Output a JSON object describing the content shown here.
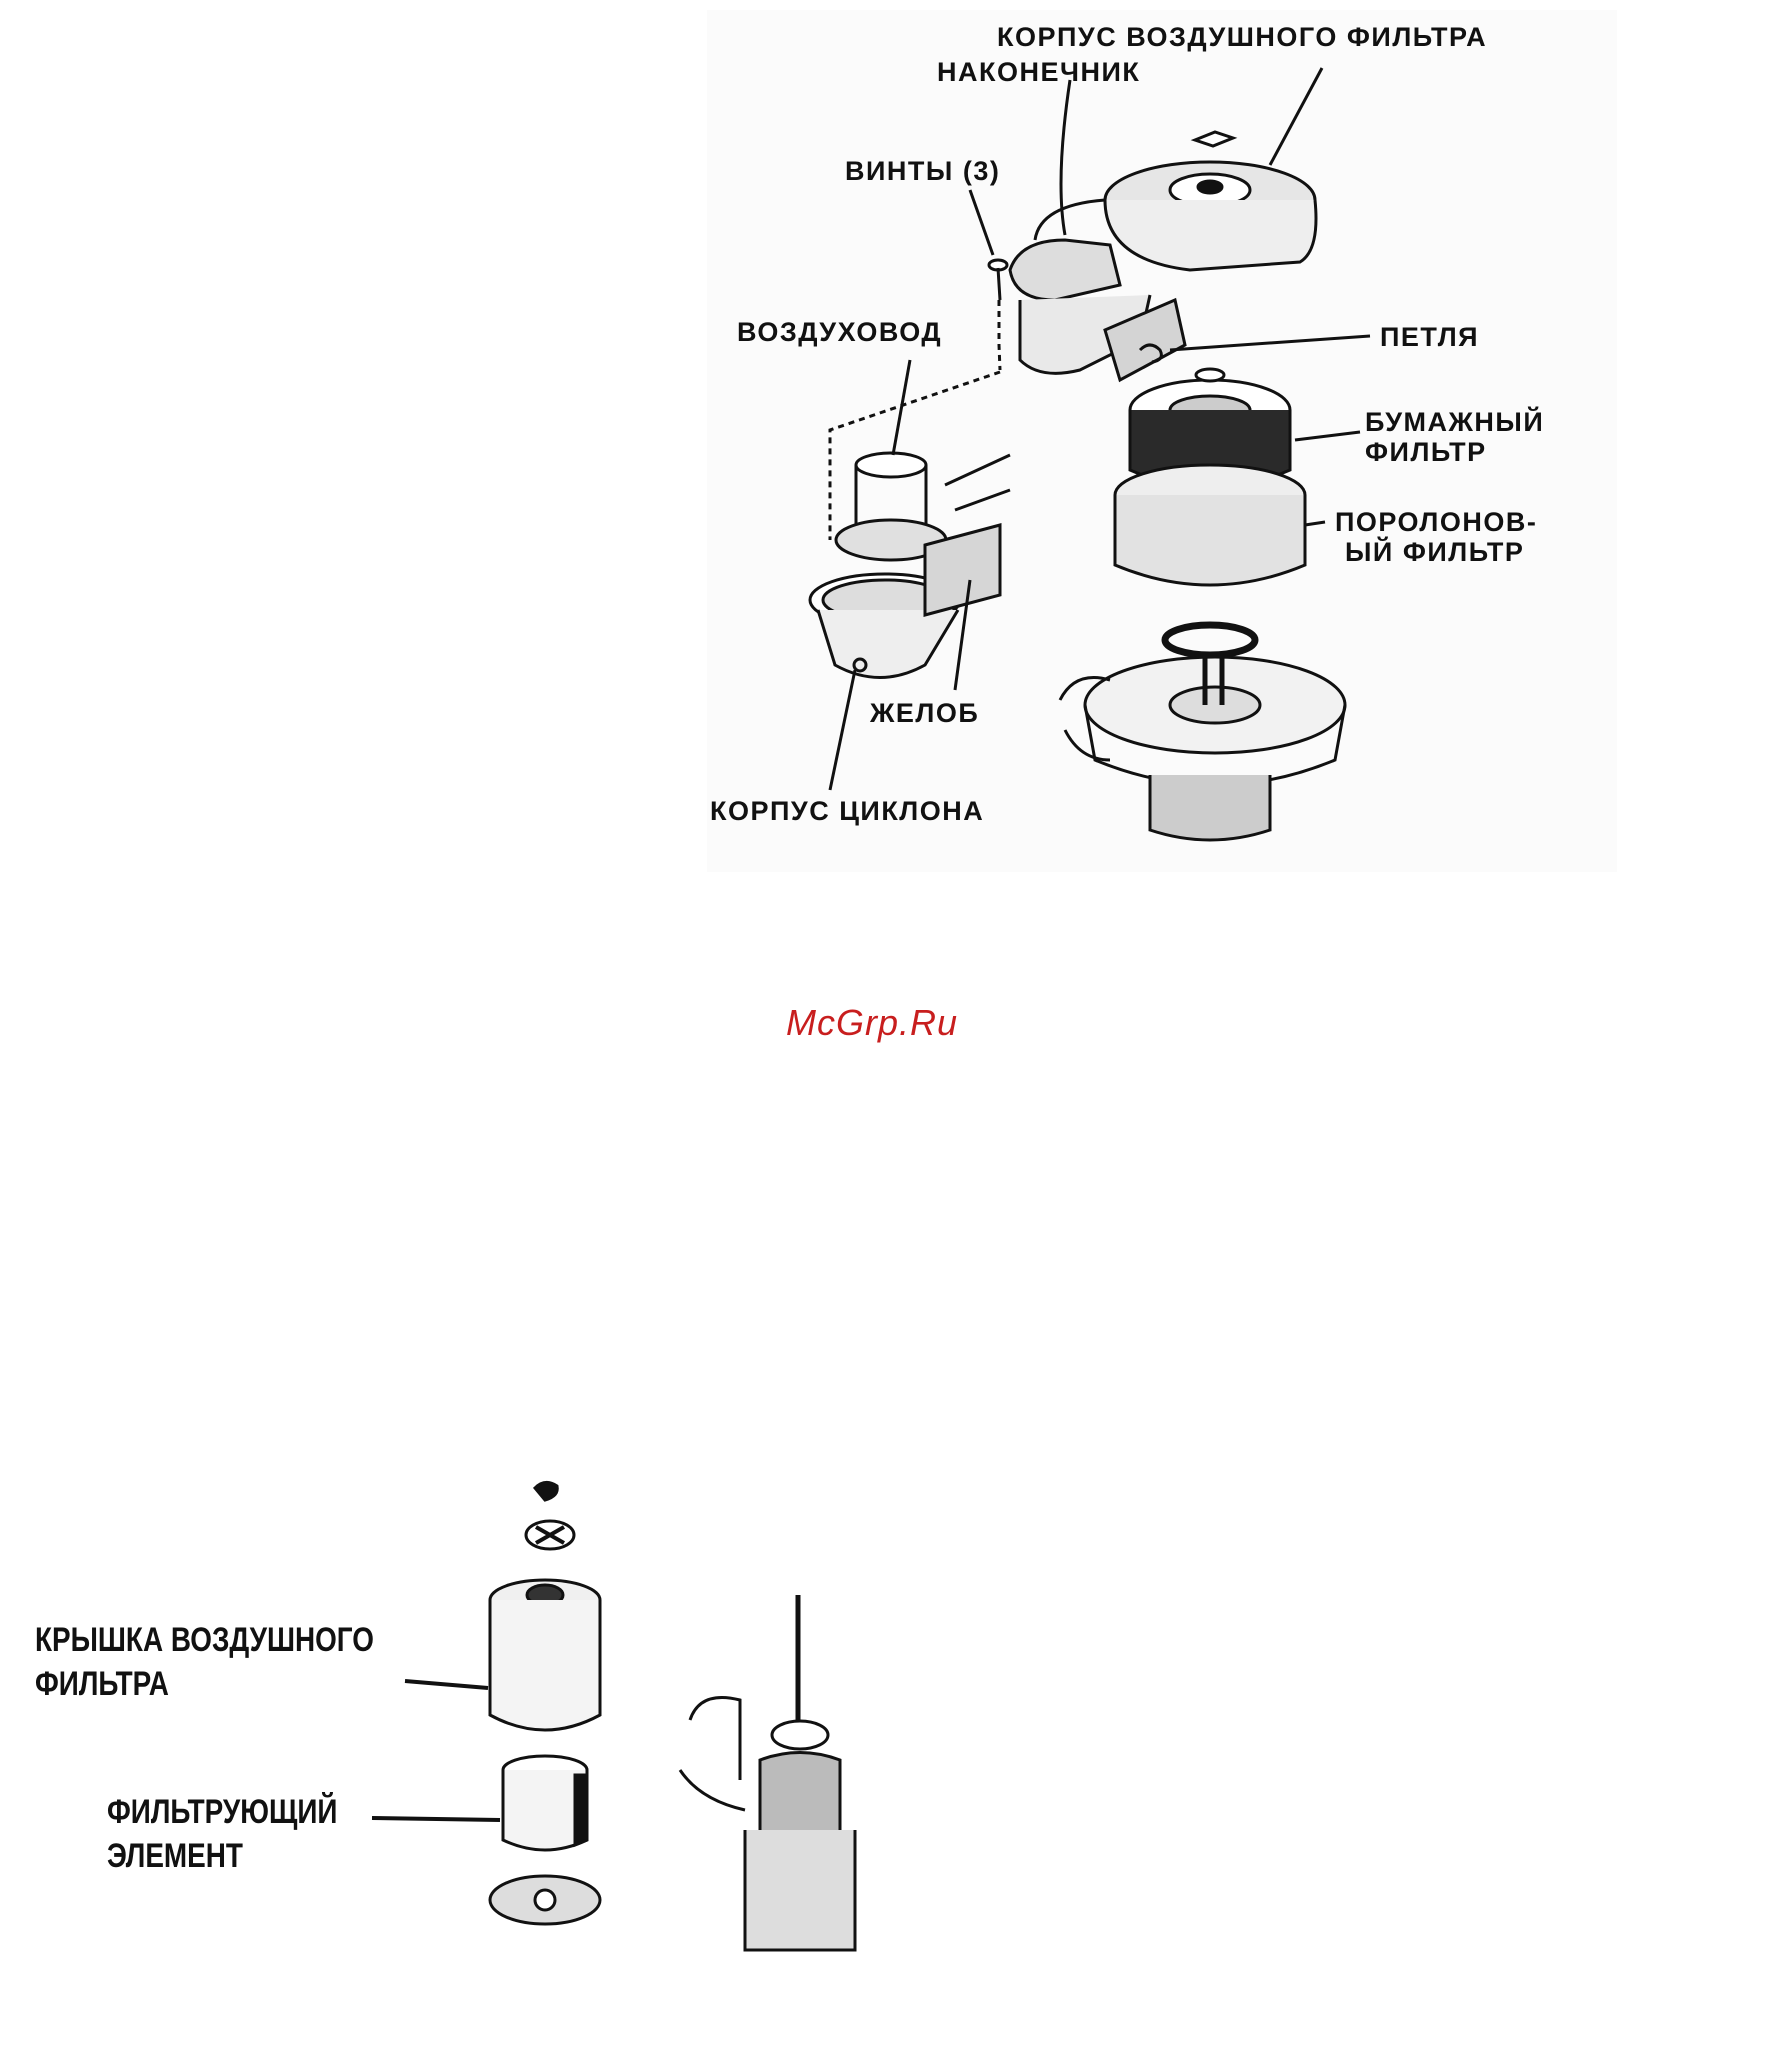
{
  "top_diagram": {
    "labels": {
      "housing": "КОРПУС ВОЗДУШНОГО ФИЛЬТРА",
      "tip": "НАКОНЕЧНИК",
      "screws": "ВИНТЫ (3)",
      "duct": "ВОЗДУХОВОД",
      "loop": "ПЕТЛЯ",
      "paper_filter_1": "БУМАЖНЫЙ",
      "paper_filter_2": "ФИЛЬТР",
      "foam_filter_1": "ПОРОЛОНОВ-",
      "foam_filter_2": "ЫЙ ФИЛЬТР",
      "trough": "ЖЕЛОБ",
      "cyclone_housing": "КОРПУС ЦИКЛОНА"
    }
  },
  "watermark": "McGrp.Ru",
  "bottom_diagram": {
    "labels": {
      "cover_1": "КРЫШКА ВОЗДУШНОГО",
      "cover_2": "ФИЛЬТРА",
      "element_1": "ФИЛЬТРУЮЩИЙ",
      "element_2": "ЭЛЕМЕНТ"
    }
  },
  "colors": {
    "ink": "#111111",
    "watermark": "#c81e1e",
    "shade": "#bdbdbd"
  }
}
